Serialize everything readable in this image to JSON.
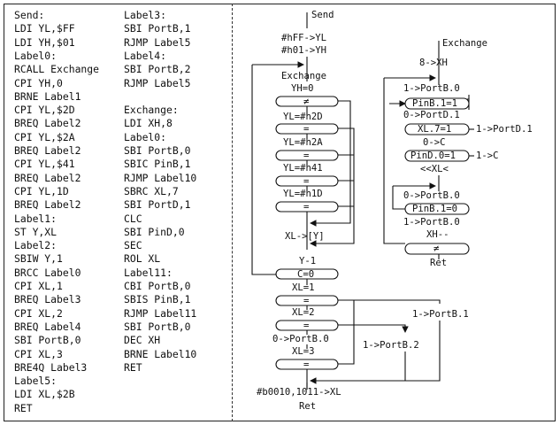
{
  "code_left": [
    "Send:",
    "LDI YL,$FF",
    "LDI YH,$01",
    "Label0:",
    "RCALL Exchange",
    "CPI YH,0",
    "BRNE Label1",
    "CPI YL,$2D",
    "BREQ Label2",
    "CPI YL,$2A",
    "BREQ Label2",
    "CPI YL,$41",
    "BREQ Label2",
    "CPI YL,1D",
    "BREQ Label2",
    "Label1:",
    "ST Y,XL",
    "Label2:",
    "SBIW Y,1",
    "BRCC Label0",
    "CPI XL,1",
    "BREQ Label3",
    "CPI XL,2",
    "BREQ Label4",
    "SBI PortB,0",
    "CPI XL,3",
    "BRE4Q Label3",
    "Label5:",
    "LDI XL,$2B",
    "RET"
  ],
  "code_right": [
    "Label3:",
    "SBI PortB,1",
    "RJMP Label5",
    "Label4:",
    "SBI PortB,2",
    "RJMP Label5",
    "",
    "Exchange:",
    "LDI XH,8",
    "Label0:",
    "SBI PortB,0",
    "SBIC PinB,1",
    "RJMP Label10",
    "SBRC XL,7",
    "SBI PortD,1",
    "CLC",
    "SBI PinD,0",
    "SEC",
    "ROL XL",
    "Label11:",
    "CBI PortB,0",
    "SBIS PinB,1",
    "RJMP Label11",
    "SBI PortB,0",
    "DEC XH",
    "BRNE Label10",
    "RET"
  ],
  "send_flow": {
    "title": "Send",
    "init_1": "#hFF->YL",
    "init_2": "#h01->YH",
    "call": "Exchange",
    "test_yh": "YH=0",
    "test_yl_2d": "YL=#h2D",
    "test_yl_2a": "YL=#h2A",
    "test_yl_41": "YL=#h41",
    "test_yl_1d": "YL=#h1D",
    "store": "XL->[Y]",
    "dec": "Y-1",
    "test_c": "C=0",
    "test_xl1": "XL=1",
    "test_xl2": "XL=2",
    "portb0": "0->PortB.0",
    "test_xl3": "XL=3",
    "portb1": "1->PortB.1",
    "portb2": "1->PortB.2",
    "final_assign": "#b0010,1011->XL",
    "ret": "Ret",
    "eq": "=",
    "neq": "≠"
  },
  "exchange_flow": {
    "title": "Exchange",
    "init": "8->XH",
    "set_portb0": "1->PortB.0",
    "wait_pinb1_set": "PinB.1=1",
    "clr_portd1": "0->PortD.1",
    "test_xl7": "XL.7=1",
    "set_portd1": "1->PortD.1",
    "clr_c": "0->C",
    "test_pind0": "PinD.0=1",
    "set_c": "1->C",
    "rotate": "<<XL<",
    "clr_portb0": "0->PortB.0",
    "wait_pinb1_clr": "PinB.1=0",
    "set_portb0b": "1->PortB.0",
    "dec_xh": "XH--",
    "neq": "≠",
    "ret": "Ret"
  }
}
